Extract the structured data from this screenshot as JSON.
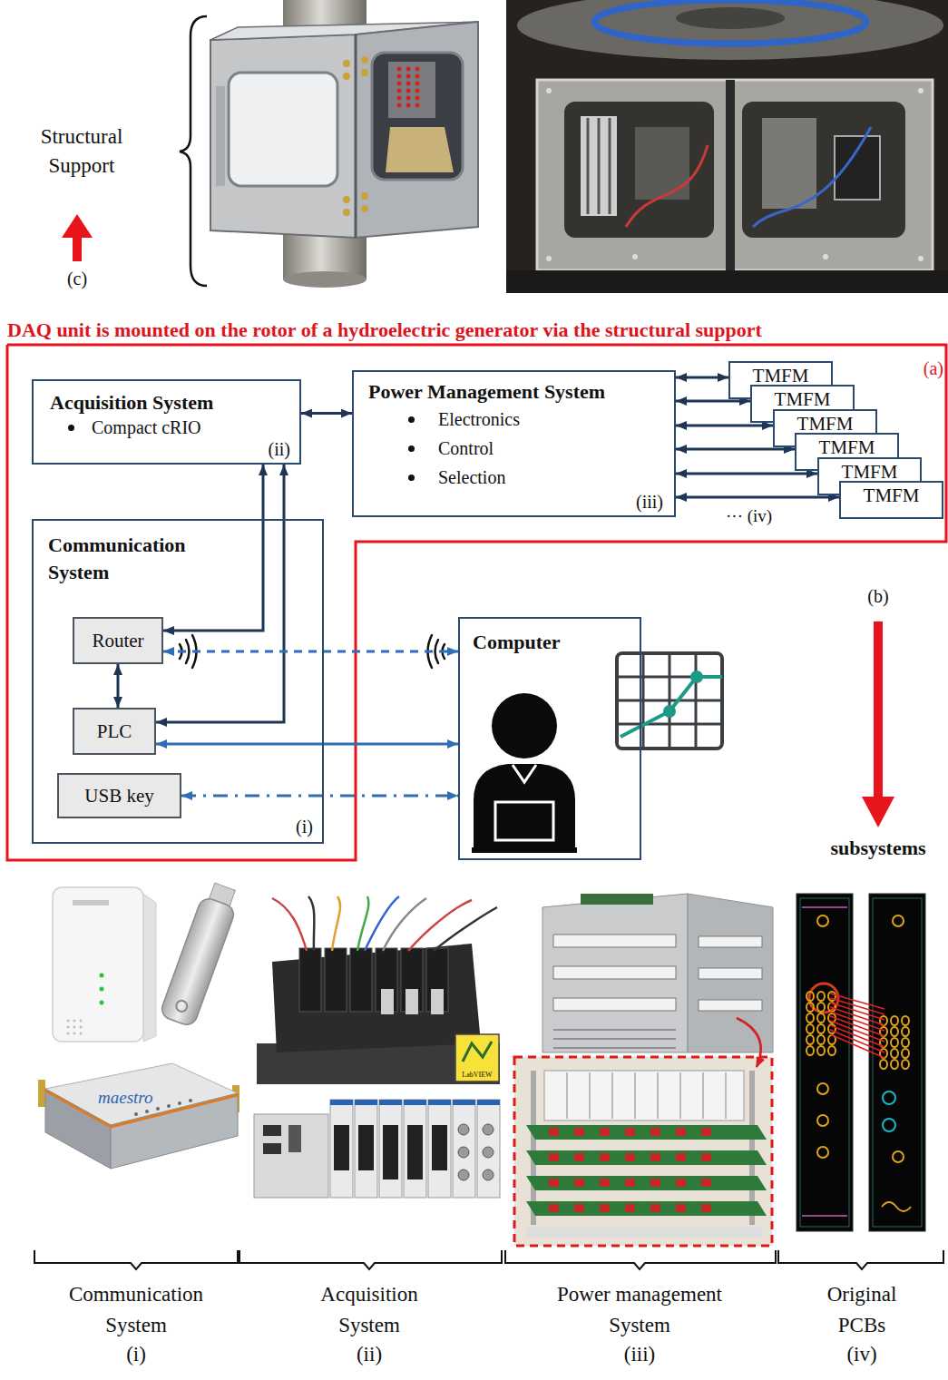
{
  "diagram": {
    "nodes": [
      {
        "text": [
          "Acquisition System",
          "Compact cRIO",
          "(ii)"
        ]
      },
      {
        "text": [
          "Power Management System",
          "Electronics",
          "Control",
          "Selection",
          "(iii)"
        ]
      },
      {
        "text": [
          "TMFM"
        ]
      },
      {
        "text": [
          "TMFM"
        ]
      },
      {
        "text": [
          "TMFM"
        ]
      },
      {
        "text": [
          "TMFM"
        ]
      },
      {
        "text": [
          "TMFM"
        ]
      },
      {
        "text": [
          "TMFM"
        ]
      },
      {
        "text": [
          "Communication System",
          "(i)"
        ]
      },
      {
        "text": [
          "Router"
        ],
        "in": 8
      },
      {
        "text": [
          "PLC"
        ],
        "in": 8
      },
      {
        "text": [
          "USB key"
        ],
        "in": 8
      },
      {
        "text": [
          "Computer"
        ]
      }
    ],
    "edges": [
      {
        "from": 0,
        "to": 1,
        "arrow": "both"
      },
      {
        "from": 1,
        "to": 2,
        "arrow": "both"
      },
      {
        "from": 1,
        "to": 3,
        "arrow": "both"
      },
      {
        "from": 1,
        "to": 4,
        "arrow": "both"
      },
      {
        "from": 1,
        "to": 5,
        "arrow": "both"
      },
      {
        "from": 1,
        "to": 6,
        "arrow": "both"
      },
      {
        "from": 1,
        "to": 7,
        "arrow": "both"
      },
      {
        "from": 9,
        "to": 0,
        "arrow": "both"
      },
      {
        "from": 10,
        "to": 0,
        "arrow": "both"
      },
      {
        "from": 9,
        "to": 10,
        "arrow": "both"
      },
      {
        "from": 9,
        "to": 12,
        "arrow": "both"
      },
      {
        "from": 10,
        "to": 12,
        "arrow": "both"
      },
      {
        "from": 11,
        "to": 12,
        "arrow": "both"
      }
    ],
    "labels": [
      "Structural Support",
      "(c)",
      "DAQ unit is mounted on the rotor of a hydroelectric generator via the structural support",
      "(a)",
      "··· (iv)",
      "(b)",
      "subsystems",
      "maestro",
      "LabVIEW",
      "Communication System",
      "(i)",
      "Acquisition System",
      "(ii)",
      "Power management System",
      "(iii)",
      "Original PCBs",
      "(iv)"
    ]
  }
}
